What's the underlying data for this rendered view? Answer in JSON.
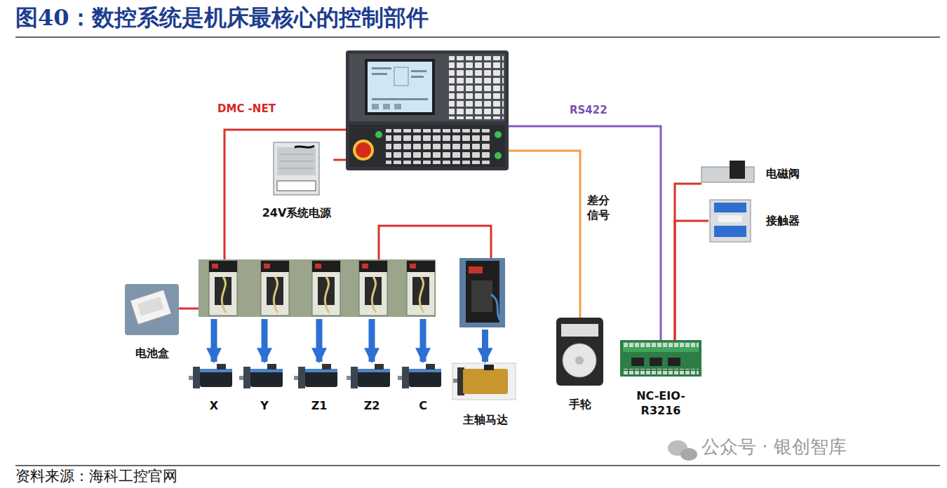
{
  "diagram": {
    "title": "图40：数控系统是机床最核心的控制部件",
    "caption": "资料来源：海科工控官网",
    "nodes": [
      {
        "text": []
      },
      {
        "text": [
          "24V系统电源"
        ]
      },
      {
        "text": [
          "电磁阀"
        ]
      },
      {
        "text": [
          "接触器"
        ]
      },
      {
        "text": [
          "电池盒"
        ]
      },
      {
        "text": []
      },
      {
        "text": []
      },
      {
        "text": [
          "手轮"
        ]
      },
      {
        "text": [
          "NC-EIO- R3216"
        ]
      },
      {
        "text": [
          "X"
        ]
      },
      {
        "text": [
          "Y"
        ]
      },
      {
        "text": [
          "Z1"
        ]
      },
      {
        "text": [
          "Z2"
        ]
      },
      {
        "text": [
          "C"
        ]
      },
      {
        "text": [
          "主轴马达"
        ]
      }
    ],
    "edges": [
      {
        "from": 0,
        "to": 5,
        "label": "DMC -NET",
        "arrow": "none"
      },
      {
        "from": 1,
        "to": 0,
        "arrow": "none"
      },
      {
        "from": 0,
        "to": 8,
        "label": "RS422",
        "arrow": "none"
      },
      {
        "from": 0,
        "to": 7,
        "label": "差分 信号",
        "arrow": "none"
      },
      {
        "from": 8,
        "to": 2,
        "arrow": "none"
      },
      {
        "from": 8,
        "to": 3,
        "arrow": "none"
      },
      {
        "from": 4,
        "to": 5,
        "arrow": "none"
      },
      {
        "from": 5,
        "to": 6,
        "arrow": "none"
      },
      {
        "from": 5,
        "to": 9,
        "arrow": "to"
      },
      {
        "from": 5,
        "to": 10,
        "arrow": "to"
      },
      {
        "from": 5,
        "to": 11,
        "arrow": "to"
      },
      {
        "from": 5,
        "to": 12,
        "arrow": "to"
      },
      {
        "from": 5,
        "to": 13,
        "arrow": "to"
      },
      {
        "from": 6,
        "to": 14,
        "arrow": "to"
      }
    ],
    "labels": [
      "公众号 · 银创智库"
    ]
  }
}
